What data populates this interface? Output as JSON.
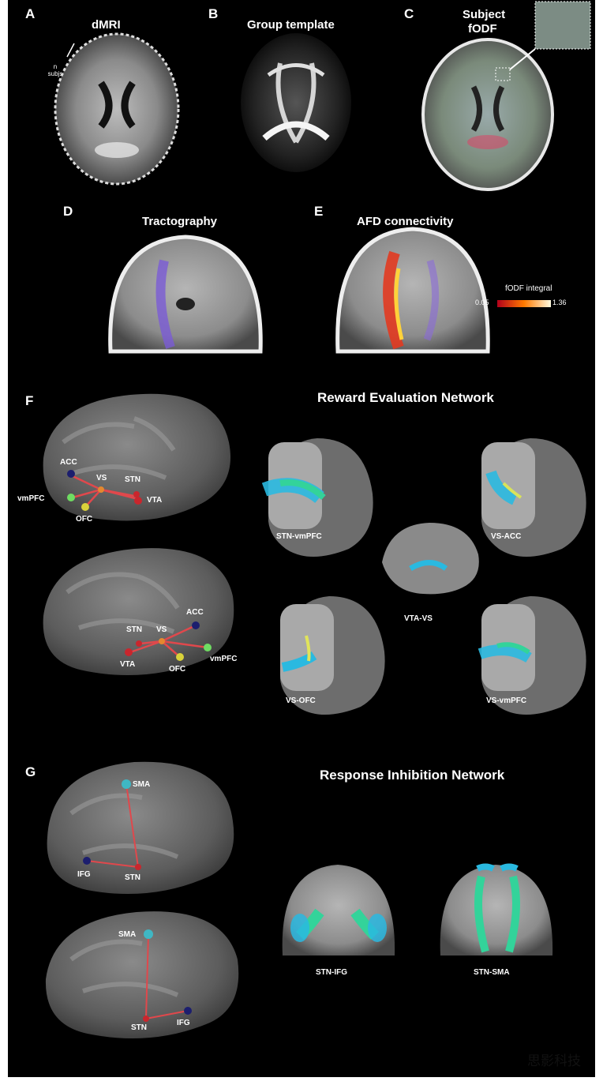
{
  "panels": {
    "A": {
      "letter": "A",
      "title": "dMRI",
      "note": "n\nsubjs"
    },
    "B": {
      "letter": "B",
      "title": "Group template"
    },
    "C": {
      "letter": "C",
      "title_line1": "Subject",
      "title_line2": "fODF"
    },
    "D": {
      "letter": "D",
      "title": "Tractography"
    },
    "E": {
      "letter": "E",
      "title": "AFD connectivity",
      "colorbar": {
        "label": "fODF integral",
        "min": "0.05",
        "max": "1.36"
      }
    },
    "F": {
      "letter": "F",
      "network_title": "Reward Evaluation Network",
      "regions": [
        "ACC",
        "VS",
        "STN",
        "vmPFC",
        "VTA",
        "OFC"
      ],
      "tracts": [
        "STN-vmPFC",
        "VS-ACC",
        "VTA-VS",
        "VS-OFC",
        "VS-vmPFC"
      ]
    },
    "G": {
      "letter": "G",
      "network_title": "Response Inhibition Network",
      "regions": [
        "SMA",
        "IFG",
        "STN"
      ],
      "tracts": [
        "STN-IFG",
        "STN-SMA"
      ]
    }
  },
  "colors": {
    "background": "#000000",
    "connection": "#e0484c",
    "node_red": "#c9262d",
    "node_blue": "#1c1e6e",
    "node_green": "#6fdc62",
    "node_yellow": "#d9d23a",
    "node_cyan": "#3fb7c4"
  },
  "watermark": "思影科技"
}
